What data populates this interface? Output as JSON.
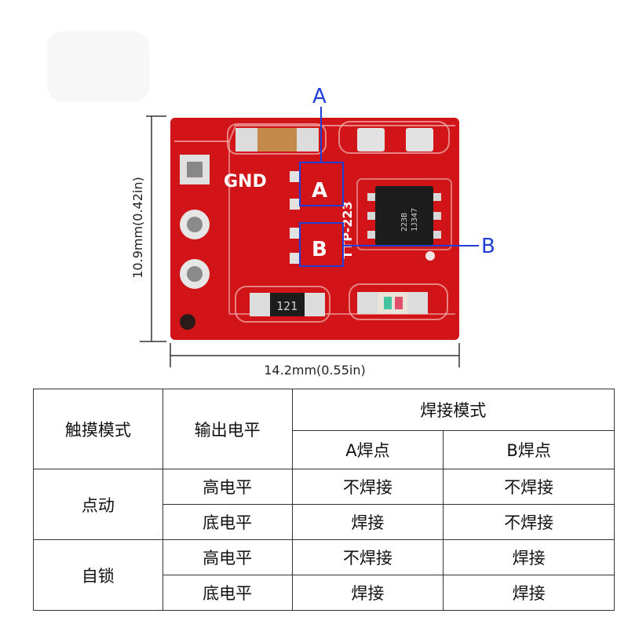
{
  "dimensions": {
    "height_label": "10.9mm(0.42in)",
    "width_label": "14.2mm(0.55in)"
  },
  "annotations": {
    "a": "A",
    "b": "B"
  },
  "board": {
    "gnd": "GND",
    "pad_a": "A",
    "pad_b": "B",
    "model": "TTP-223",
    "chip_marking_1": "223B",
    "chip_marking_2": "1J347",
    "resistor_code": "121"
  },
  "colors": {
    "pcb": "#d01418",
    "annotation": "#1f3fd6"
  },
  "table": {
    "header_mode": "触摸模式",
    "header_level": "输出电平",
    "header_solder": "焊接模式",
    "header_a": "A焊点",
    "header_b": "B焊点",
    "rows": [
      {
        "mode": "点动",
        "level": "高电平",
        "a": "不焊接",
        "b": "不焊接"
      },
      {
        "level": "底电平",
        "a": "焊接",
        "b": "不焊接"
      },
      {
        "mode": "自锁",
        "level": "高电平",
        "a": "不焊接",
        "b": "焊接"
      },
      {
        "level": "底电平",
        "a": "焊接",
        "b": "焊接"
      }
    ]
  }
}
